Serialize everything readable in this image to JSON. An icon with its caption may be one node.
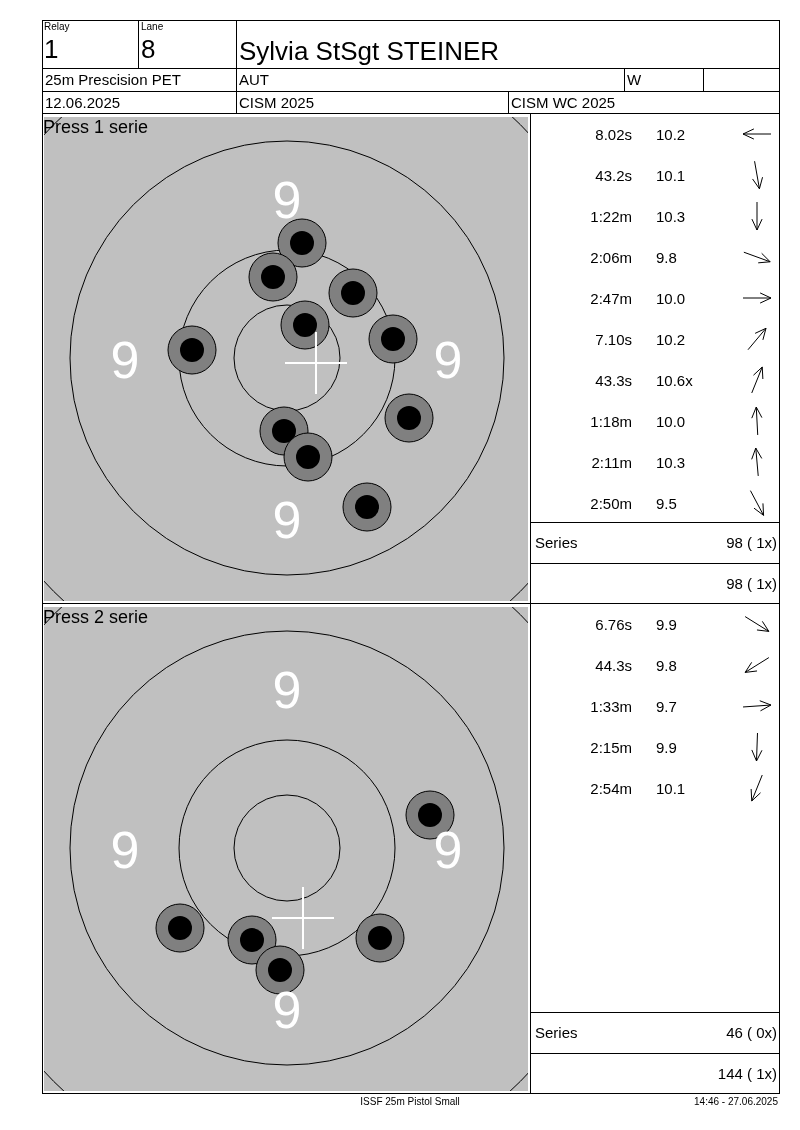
{
  "diagram": {
    "labels": [
      "Relay",
      "Lane",
      "1",
      "8",
      "Sylvia StSgt STEINER",
      "25m Prescision PET",
      "AUT",
      "W",
      "12.06.2025",
      "CISM 2025",
      "CISM WC 2025",
      "Press 1 serie",
      "9",
      "9",
      "9",
      "9",
      "8.02s",
      "10.2",
      "43.2s",
      "10.1",
      "1:22m",
      "10.3",
      "2:06m",
      "9.8",
      "2:47m",
      "10.0",
      "7.10s",
      "10.2",
      "43.3s",
      "10.6x",
      "1:18m",
      "10.0",
      "2:11m",
      "10.3",
      "2:50m",
      "9.5",
      "Series",
      "98 ( 1x)",
      "98 ( 1x)",
      "Press 2 serie",
      "9",
      "9",
      "9",
      "9",
      "6.76s",
      "9.9",
      "44.3s",
      "9.8",
      "1:33m",
      "9.7",
      "2:15m",
      "9.9",
      "2:54m",
      "10.1",
      "Series",
      "46 ( 0x)",
      "144 ( 1x)",
      "ISSF 25m Pistol Small",
      "14:46 - 27.06.2025"
    ]
  }
}
